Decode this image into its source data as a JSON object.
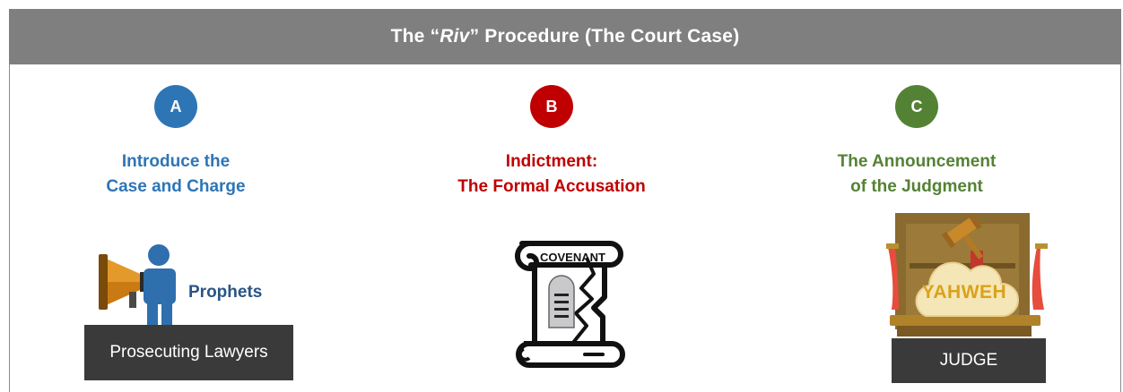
{
  "header": {
    "title_prefix": "The “",
    "title_italic": "Riv",
    "title_suffix": "” Procedure (The Court Case)"
  },
  "columns": [
    {
      "letter": "A",
      "title_line1": "Introduce the",
      "title_line2": "Case and Charge",
      "accent": "#2e75b6"
    },
    {
      "letter": "B",
      "title_line1": "Indictment:",
      "title_line2": "The Formal Accusation",
      "accent": "#c00000"
    },
    {
      "letter": "C",
      "title_line1": "The Announcement",
      "title_line2": "of the Judgment",
      "accent": "#548235"
    }
  ],
  "illustrations": {
    "prophet": {
      "icons": [
        "megaphone-icon",
        "person-icon"
      ],
      "label": "Prophets",
      "role": "Prosecuting Lawyers"
    },
    "covenant": {
      "icon": "scroll-icon",
      "scroll_text": "COVENANT"
    },
    "judge": {
      "icons": [
        "gavel-icon",
        "cloud-icon"
      ],
      "cloud_text": "YAHWEH",
      "role": "JUDGE"
    }
  },
  "colors": {
    "header_bg": "#7f7f7f",
    "label_bg": "#3a3a3a",
    "prophet_blue": "#2a5485",
    "megaphone_orange": "#c97a12",
    "bench_brown": "#8a6a2f"
  }
}
